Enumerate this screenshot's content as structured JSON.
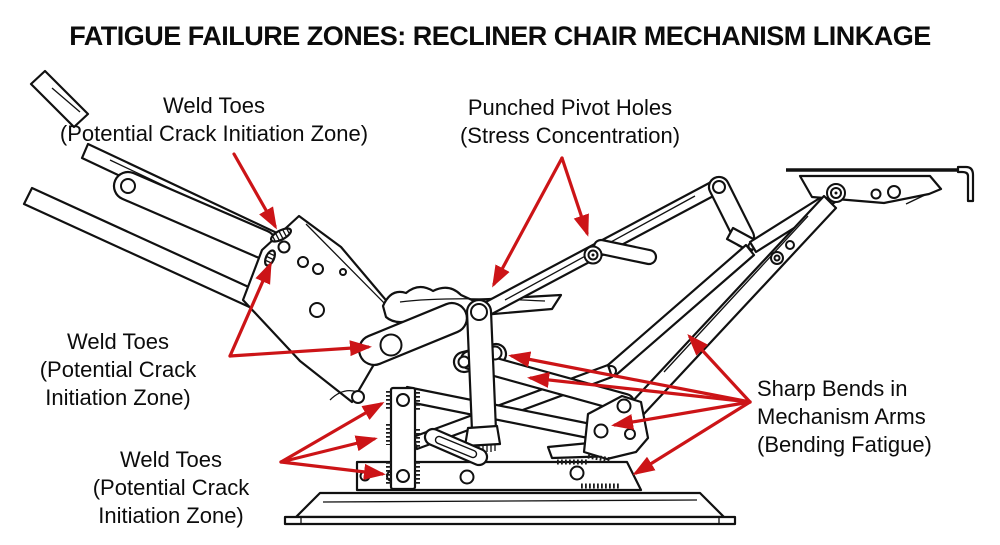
{
  "title": "FATIGUE FAILURE ZONES: RECLINER CHAIR MECHANISM LINKAGE",
  "colors": {
    "arrow": "#cc1417",
    "line": "#111111",
    "background": "#ffffff"
  },
  "callouts": [
    {
      "id": "weld-toes-top",
      "lines": [
        "Weld Toes",
        "(Potential Crack Initiation Zone)"
      ],
      "arrows": [
        [
          234,
          154,
          275,
          226
        ]
      ]
    },
    {
      "id": "punched-pivot-holes",
      "lines": [
        "Punched Pivot Holes",
        "(Stress Concentration)"
      ],
      "arrows": [
        [
          562,
          158,
          494,
          284
        ],
        [
          562,
          158,
          587,
          233
        ]
      ]
    },
    {
      "id": "weld-toes-mid",
      "lines": [
        "Weld Toes",
        "(Potential Crack",
        "Initiation Zone)"
      ],
      "arrows": [
        [
          230,
          356,
          270,
          265
        ],
        [
          230,
          356,
          368,
          347
        ]
      ]
    },
    {
      "id": "weld-toes-bottom",
      "lines": [
        "Weld Toes",
        "(Potential Crack",
        "Initiation Zone)"
      ],
      "arrows": [
        [
          281,
          462,
          381,
          404
        ],
        [
          281,
          462,
          374,
          439
        ],
        [
          281,
          462,
          382,
          474
        ]
      ]
    },
    {
      "id": "sharp-bends",
      "lines": [
        "Sharp Bends in",
        "Mechanism Arms",
        "(Bending Fatigue)"
      ],
      "arrows": [
        [
          750,
          402,
          690,
          337
        ],
        [
          750,
          402,
          512,
          356
        ],
        [
          750,
          402,
          531,
          378
        ],
        [
          750,
          402,
          615,
          425
        ],
        [
          750,
          402,
          636,
          473
        ]
      ]
    }
  ]
}
